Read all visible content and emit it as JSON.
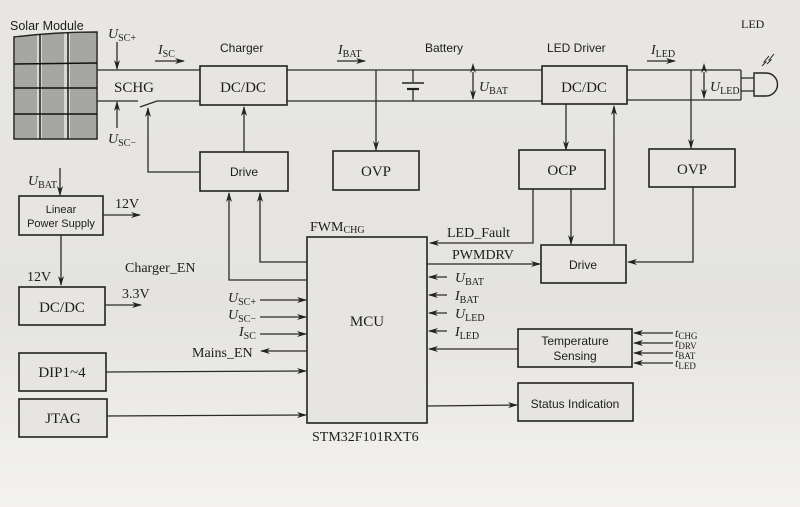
{
  "diagram": {
    "sections": {
      "solar_module": "Solar Module",
      "charger": "Charger",
      "battery": "Battery",
      "led_driver": "LED Driver",
      "led": "LED"
    },
    "blocks": {
      "schg": "SCHG",
      "charger_dcdc": "DC/DC",
      "driver_dcdc": "DC/DC",
      "charger_drive": "Drive",
      "battery_ovp": "OVP",
      "ocp": "OCP",
      "led_ovp": "OVP",
      "led_drive": "Drive",
      "linear_ps_line1": "Linear",
      "linear_ps_line2": "Power Supply",
      "aux_dcdc": "DC/DC",
      "dip": "DIP1~4",
      "jtag": "JTAG",
      "mcu": "MCU",
      "mcu_part": "STM32F101RXT6",
      "temp_line1": "Temperature",
      "temp_line2": "Sensing",
      "status": "Status Indication"
    },
    "signals": {
      "usc_plus": {
        "main": "U",
        "sub": "SC+"
      },
      "usc_minus": {
        "main": "U",
        "sub": "SC−"
      },
      "isc": {
        "main": "I",
        "sub": "SC"
      },
      "ibat": {
        "main": "I",
        "sub": "BAT"
      },
      "ubat": {
        "main": "U",
        "sub": "BAT"
      },
      "iled": {
        "main": "I",
        "sub": "LED"
      },
      "uled": {
        "main": "U",
        "sub": "LED"
      },
      "ubat_lps": {
        "main": "U",
        "sub": "BAT"
      },
      "v12_out": "12V",
      "v12_in": "12V",
      "v33_out": "3.3V",
      "charger_en": "Charger_EN",
      "fwm": {
        "main": "FWM",
        "sub": "CHG"
      },
      "led_fault": "LED_Fault",
      "pwmdrv": "PWMDRV",
      "mcu_in_usc_plus": {
        "main": "U",
        "sub": "SC+"
      },
      "mcu_in_usc_minus": {
        "main": "U",
        "sub": "SC−"
      },
      "mcu_in_isc": {
        "main": "I",
        "sub": "SC"
      },
      "mains_en": "Mains_EN",
      "mcu_in_ubat": {
        "main": "U",
        "sub": "BAT"
      },
      "mcu_in_ibat": {
        "main": "I",
        "sub": "BAT"
      },
      "mcu_in_uled": {
        "main": "U",
        "sub": "LED"
      },
      "mcu_in_iled": {
        "main": "I",
        "sub": "LED"
      },
      "t_chg": {
        "main": "t",
        "sub": "CHG"
      },
      "t_drv": {
        "main": "t",
        "sub": "DRV"
      },
      "t_bat": {
        "main": "t",
        "sub": "BAT"
      },
      "t_led": {
        "main": "t",
        "sub": "LED"
      }
    }
  }
}
